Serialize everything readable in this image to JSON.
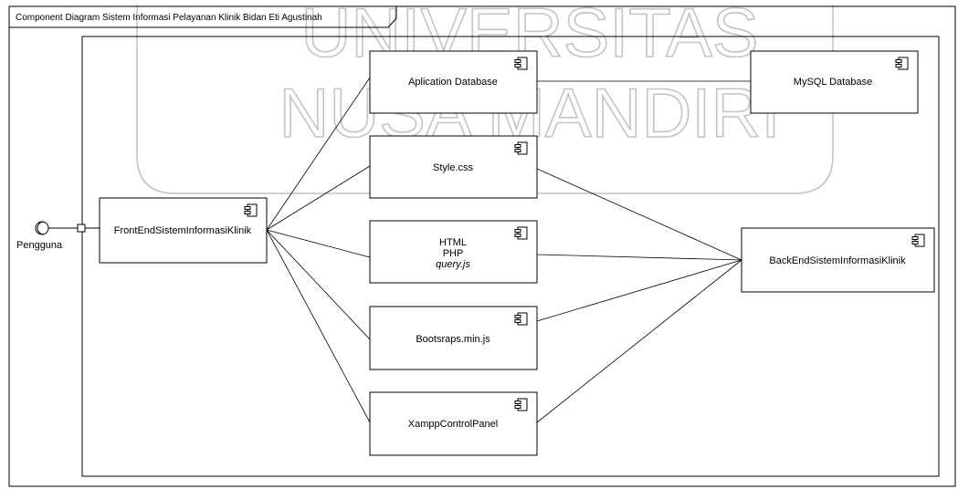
{
  "frame": {
    "title": "Component Diagram Sistem Informasi Pelayanan Klinik Bidan Eti Agustinah"
  },
  "watermark": {
    "line1": "UNIVERSITAS",
    "line2": "NUSA MANDIRI"
  },
  "actor": {
    "label": "Pengguna"
  },
  "components": {
    "frontend": {
      "label": "FrontEndSistemInformasiKlinik"
    },
    "app_db": {
      "label": "Aplication Database"
    },
    "mysql": {
      "label": "MySQL Database"
    },
    "style": {
      "label": "Style.css"
    },
    "html_php": {
      "line1": "HTML",
      "line2": "PHP",
      "line3": "query.js"
    },
    "bootstrap": {
      "label": "Bootsraps.min.js"
    },
    "xampp": {
      "label": "XamppControlPanel"
    },
    "backend": {
      "label": "BackEndSistemInformasiKlinik"
    }
  },
  "colors": {
    "line": "#000000",
    "watermark": "#c4c4c4",
    "background": "#ffffff"
  }
}
